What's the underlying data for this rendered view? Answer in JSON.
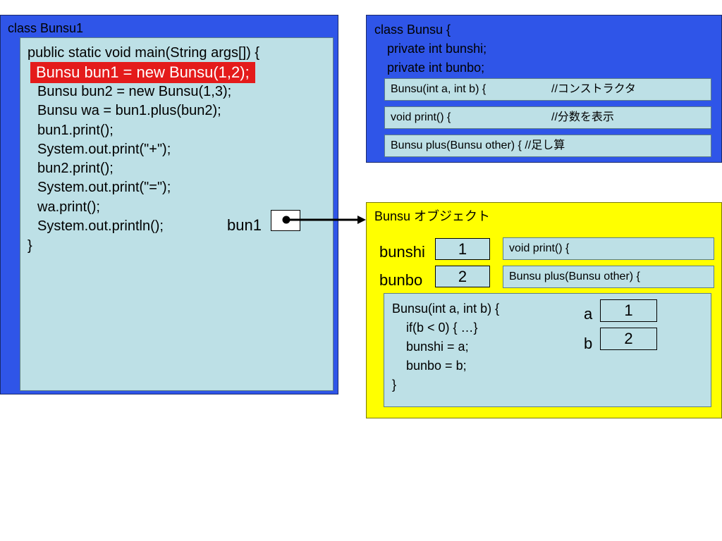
{
  "main_class": {
    "title": "class Bunsu1",
    "method_signature": "public static void main(String args[]) {",
    "highlighted_line": "Bunsu bun1 = new Bunsu(1,2);",
    "lines": [
      "Bunsu bun2 = new Bunsu(1,3);",
      "Bunsu wa = bun1.plus(bun2);",
      "bun1.print();",
      "System.out.print(\"+\");",
      "bun2.print();",
      "System.out.print(\"=\");",
      "wa.print();",
      "System.out.println();"
    ],
    "closing_brace": "}",
    "variable_label": "bun1"
  },
  "class_def": {
    "title": "class Bunsu {",
    "fields": [
      "private int bunshi;",
      "private int bunbo;"
    ],
    "members": [
      {
        "label": "Bunsu(int a, int b) {",
        "comment": "//コンストラクタ"
      },
      {
        "label": "void print() {",
        "comment": "//分数を表示"
      },
      {
        "label": "Bunsu plus(Bunsu other) { //足し算",
        "comment": ""
      }
    ]
  },
  "object": {
    "title": "Bunsu オブジェクト",
    "fields": [
      {
        "name": "bunshi",
        "value": "1"
      },
      {
        "name": "bunbo",
        "value": "2"
      }
    ],
    "methods": [
      "void print() {",
      "Bunsu plus(Bunsu other) {"
    ],
    "constructor": {
      "lines": [
        "Bunsu(int a, int b) {",
        "    if(b < 0) { …}",
        "    bunshi = a;",
        "    bunbo = b;",
        "}"
      ],
      "params": [
        {
          "name": "a",
          "value": "1"
        },
        {
          "name": "b",
          "value": "2"
        }
      ]
    }
  },
  "colors": {
    "blue_frame": "#2f55e8",
    "yellow_frame": "#ffff00",
    "light_panel": "#bde0e6",
    "highlight": "#e41b1b"
  }
}
